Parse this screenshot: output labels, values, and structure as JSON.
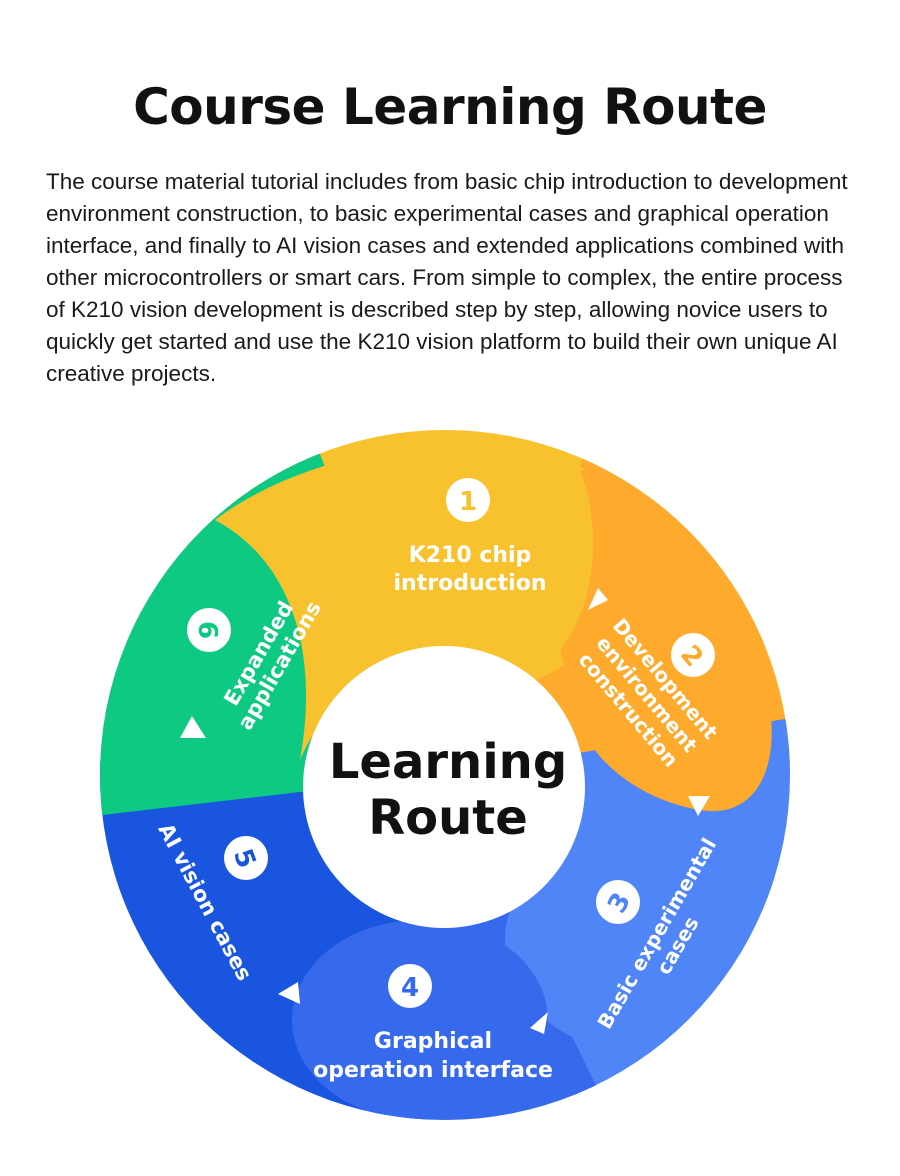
{
  "header": {
    "title": "Course Learning Route",
    "description": "The course material tutorial includes from basic chip introduction to development environment construction, to basic experimental cases and graphical operation interface, and finally to AI vision cases and extended applications combined with other microcontrollers or smart cars. From simple to complex, the entire process of K210 vision development is described step by step, allowing novice users to quickly get started and use the K210 vision platform to build their own unique AI creative projects."
  },
  "diagram": {
    "center": {
      "line1": "Learning",
      "line2": "Route"
    },
    "steps": [
      {
        "number": "1",
        "line1": "K210 chip",
        "line2": "introduction",
        "line3": "",
        "color": "#F8C22E"
      },
      {
        "number": "2",
        "line1": "Development",
        "line2": "environment",
        "line3": "construction",
        "color": "#FDAA2D"
      },
      {
        "number": "3",
        "line1": "Basic experimental",
        "line2": "cases",
        "line3": "",
        "color": "#4F85F6"
      },
      {
        "number": "4",
        "line1": "Graphical",
        "line2": "operation interface",
        "line3": "",
        "color": "#3669EC"
      },
      {
        "number": "5",
        "line1": "AI vision cases",
        "line2": "",
        "line3": "",
        "color": "#1A55E0"
      },
      {
        "number": "6",
        "line1": "Expanded",
        "line2": "applications",
        "line3": "",
        "color": "#0DC981"
      }
    ]
  }
}
